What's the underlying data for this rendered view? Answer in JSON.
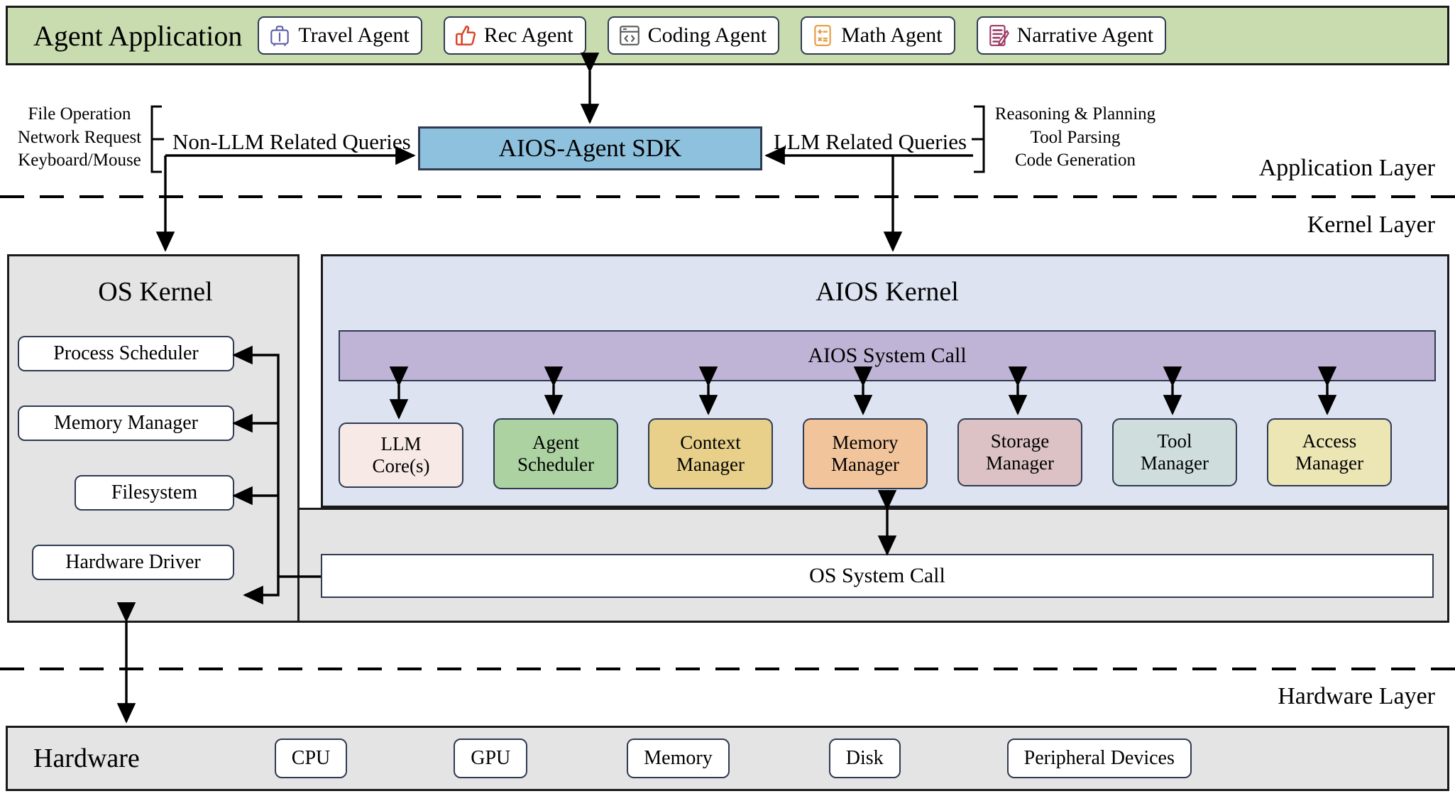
{
  "application_band": {
    "title": "Agent Application",
    "background_color": "#c9dcb0",
    "agents": [
      {
        "label": "Travel Agent",
        "icon": "suitcase-icon",
        "icon_color": "#5b5ea6"
      },
      {
        "label": "Rec Agent",
        "icon": "thumbs-up-icon",
        "icon_color": "#d9482b"
      },
      {
        "label": "Coding Agent",
        "icon": "code-window-icon",
        "icon_color": "#5a5a5a"
      },
      {
        "label": "Math Agent",
        "icon": "calculator-icon",
        "icon_color": "#e89a41"
      },
      {
        "label": "Narrative Agent",
        "icon": "document-pen-icon",
        "icon_color": "#9c3a63"
      }
    ]
  },
  "sdk": {
    "label": "AIOS-Agent SDK",
    "color": "#8ec1de"
  },
  "queries": {
    "left_label": "Non-LLM Related Queries",
    "left_items": [
      "File Operation",
      "Network Request",
      "Keyboard/Mouse"
    ],
    "right_label": "LLM Related Queries",
    "right_items": [
      "Reasoning & Planning",
      "Tool Parsing",
      "Code Generation"
    ]
  },
  "layers": {
    "application": "Application Layer",
    "kernel": "Kernel Layer",
    "hardware": "Hardware Layer"
  },
  "os_kernel": {
    "title": "OS Kernel",
    "background_color": "#e4e4e4",
    "items": [
      {
        "label": "Process Scheduler"
      },
      {
        "label": "Memory Manager"
      },
      {
        "label": "Filesystem"
      },
      {
        "label": "Hardware Driver"
      }
    ]
  },
  "aios_kernel": {
    "title": "AIOS Kernel",
    "background_color": "#dde3f0",
    "system_call": {
      "label": "AIOS System Call",
      "color": "#bfb4d6"
    },
    "modules": [
      {
        "label": "LLM\nCore(s)",
        "line1": "LLM",
        "line2": "Core(s)",
        "color": "#f7e9e6"
      },
      {
        "label": "Agent\nScheduler",
        "line1": "Agent",
        "line2": "Scheduler",
        "color": "#abd2a0"
      },
      {
        "label": "Context\nManager",
        "line1": "Context",
        "line2": "Manager",
        "color": "#e8d08a"
      },
      {
        "label": "Memory\nManager",
        "line1": "Memory",
        "line2": "Manager",
        "color": "#f2c49b"
      },
      {
        "label": "Storage\nManager",
        "line1": "Storage",
        "line2": "Manager",
        "color": "#dcc2c4"
      },
      {
        "label": "Tool\nManager",
        "line1": "Tool",
        "line2": "Manager",
        "color": "#cfdedd"
      },
      {
        "label": "Access\nManager",
        "line1": "Access",
        "line2": "Manager",
        "color": "#ece5b4"
      }
    ]
  },
  "os_system_call": {
    "label": "OS System Call"
  },
  "hardware_band": {
    "title": "Hardware",
    "background_color": "#e4e4e4",
    "items": [
      {
        "label": "CPU"
      },
      {
        "label": "GPU"
      },
      {
        "label": "Memory"
      },
      {
        "label": "Disk"
      },
      {
        "label": "Peripheral Devices"
      }
    ]
  }
}
